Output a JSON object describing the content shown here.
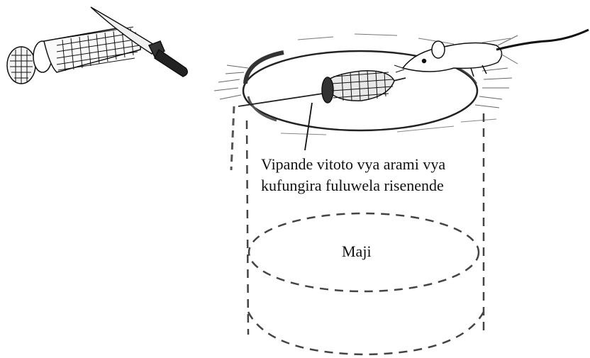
{
  "labels": {
    "wire_line_1": "Vipande vitoto vya arami vya",
    "wire_line_2": "kufungira fuluwela risenende",
    "water": "Maji"
  },
  "icons": [
    "corn-cob-icon",
    "knife-icon",
    "mouse-icon",
    "bucket-icon",
    "corn-on-wire-icon",
    "water-surface-icon"
  ],
  "colors": {
    "ink": "#111111",
    "background": "#ffffff"
  }
}
